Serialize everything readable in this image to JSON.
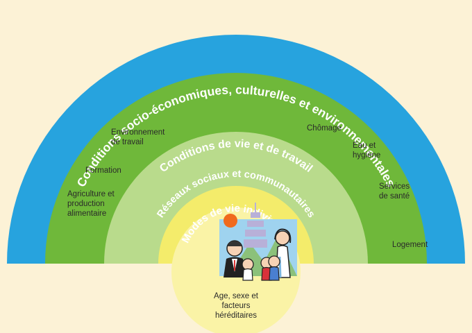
{
  "layers": {
    "outer": {
      "title": "Conditions socio-économiques, culturelles et environnementales",
      "color": "#27a3de"
    },
    "living": {
      "title": "Conditions de vie et de travail",
      "color": "#6fb83a"
    },
    "social": {
      "title": "Réseaux sociaux et communautaires",
      "color": "#b9db8c"
    },
    "individual": {
      "title": "Modes de vie individuels",
      "color": "#f4ec6b"
    },
    "core": {
      "color": "#faf3a6"
    }
  },
  "factors": {
    "environnement": [
      "Environnement",
      "de travail"
    ],
    "formation": [
      "Formation"
    ],
    "agriculture": [
      "Agriculture et",
      "production",
      "alimentaire"
    ],
    "chomage": [
      "Chômage"
    ],
    "eau": [
      "Eau et",
      "hygiène"
    ],
    "services": [
      "Services",
      "de santé"
    ],
    "logement": [
      "Logement"
    ]
  },
  "core_label": [
    "Age, sexe et",
    "facteurs",
    "héréditaires"
  ],
  "illustration": {
    "name": "family-illustration"
  }
}
